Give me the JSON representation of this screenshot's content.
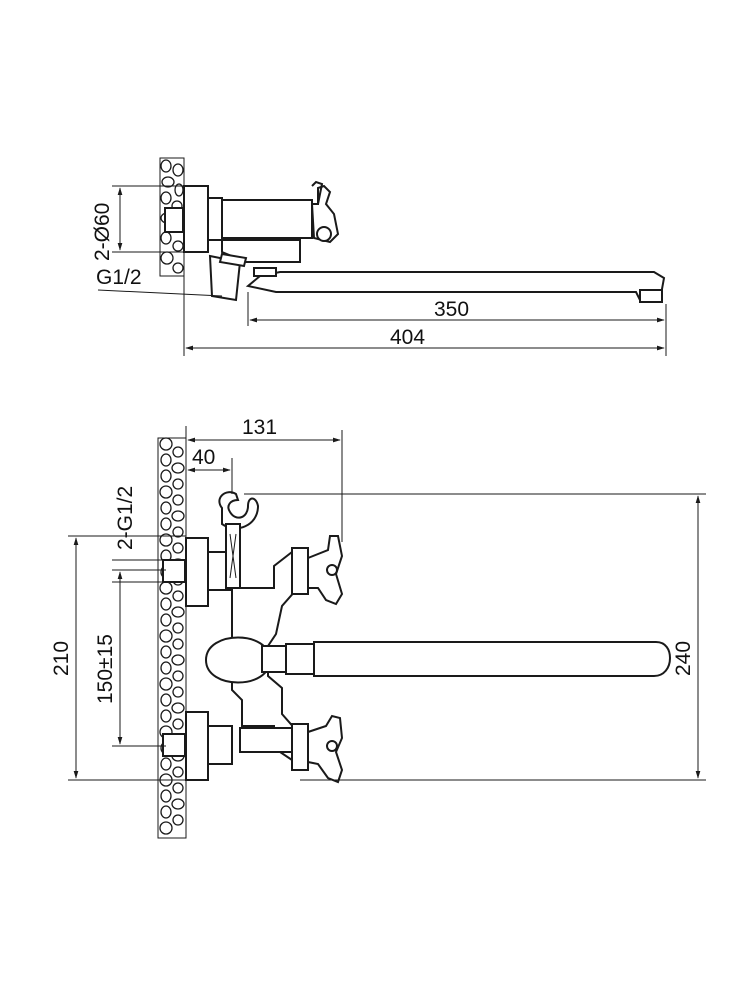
{
  "top_view": {
    "pipe_diameter_label": "2-Ø60",
    "thread_label": "G1/2",
    "spout_length_label": "350",
    "total_length_label": "404"
  },
  "front_view": {
    "handle_offset_label": "131",
    "holder_offset_label": "40",
    "inlet_thread_label": "2-G1/2",
    "inlet_spacing_label": "150±15",
    "total_height_label": "210",
    "spout_height_label": "240"
  }
}
